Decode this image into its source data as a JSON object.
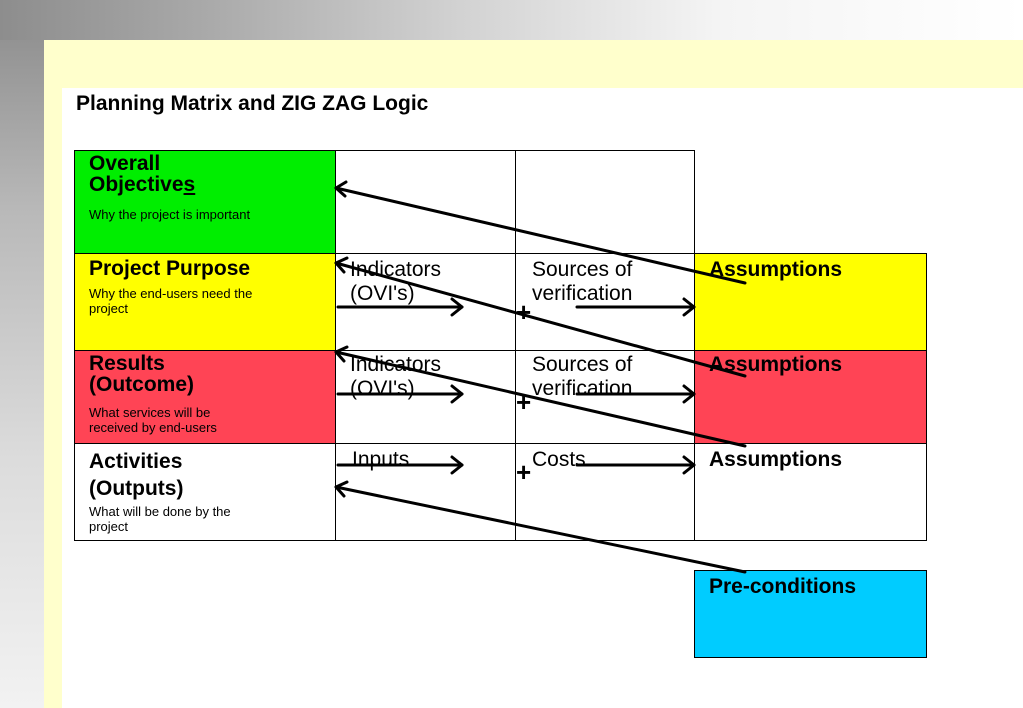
{
  "title": "Planning Matrix and ZIG ZAG Logic",
  "rows": {
    "overall": {
      "heading_lines": [
        "Overall",
        "Objective"
      ],
      "heading_suffix": "s",
      "desc": "Why the project is important"
    },
    "purpose": {
      "heading": "Project Purpose",
      "desc_lines": [
        "Why the end-users need the",
        "project"
      ],
      "indicators_lines": [
        "Indicators",
        "(OVI's)"
      ],
      "sources_lines": [
        "Sources of",
        "verification"
      ],
      "assumptions": "Assumptions"
    },
    "results": {
      "heading_lines": [
        "Results",
        "(Outcome)"
      ],
      "desc_lines": [
        "What services will be",
        "received by end-users"
      ],
      "indicators_lines": [
        "Indicators",
        "(OVI's)"
      ],
      "sources_lines": [
        "Sources of",
        "verification"
      ],
      "assumptions": "Assumptions"
    },
    "activities": {
      "heading_lines": [
        "Activities",
        "(Outputs)"
      ],
      "desc_lines": [
        "What will be done by the",
        "project"
      ],
      "inputs": "Inputs",
      "costs": "Costs",
      "assumptions": "Assumptions"
    }
  },
  "preconditions": "Pre-conditions",
  "plus_symbol": "+",
  "colors": {
    "overall": "#00ee00",
    "purpose": "#ffff00",
    "results": "#ff4455",
    "preconditions": "#00ccff",
    "panel": "#ffffcc"
  }
}
